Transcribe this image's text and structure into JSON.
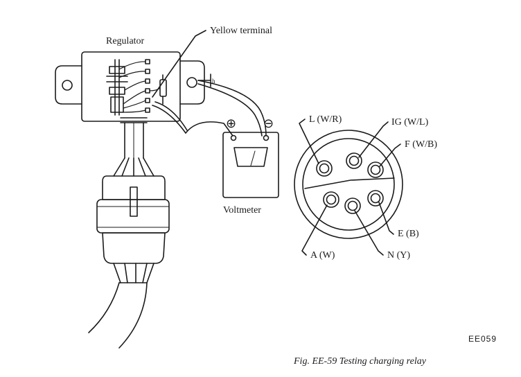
{
  "labels": {
    "regulator": "Regulator",
    "yellow_terminal": "Yellow terminal",
    "voltmeter": "Voltmeter",
    "plus_symbol": "⊕",
    "minus_symbol": "⊖",
    "ground_h": "h"
  },
  "terminals": {
    "l": "L (W/R)",
    "ig": "IG (W/L)",
    "f": "F (W/B)",
    "e": "E (B)",
    "n": "N (Y)",
    "a": "A (W)"
  },
  "figure_code": "EE059",
  "caption": "Fig. EE-59  Testing charging relay"
}
